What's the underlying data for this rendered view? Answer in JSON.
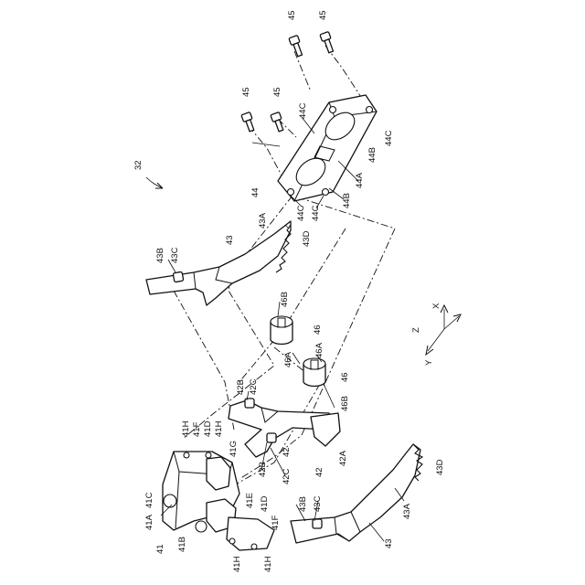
{
  "figure": {
    "assembly_label": "32",
    "labels": {
      "l41": "41",
      "l41A": "41A",
      "l41B": "41B",
      "l41C": "41C",
      "l41D_top": "41D",
      "l41D_bot": "41D",
      "l41E": "41E",
      "l41F_top": "41F",
      "l41F_bot": "41F",
      "l41G": "41G",
      "l41H_t1": "41H",
      "l41H_t2": "41H",
      "l41H_b1": "41H",
      "l41H_b2": "41H",
      "l42_top": "42",
      "l42_bot": "42",
      "l42A": "42A",
      "l42B_top": "42B",
      "l42B_bot": "42B",
      "l42C_top": "42C",
      "l42C_bot": "42C",
      "l43_top": "43",
      "l43_bot": "43",
      "l43A_top": "43A",
      "l43A_bot": "43A",
      "l43B_top": "43B",
      "l43B_bot": "43B",
      "l43C_top": "43C",
      "l43C_bot": "43C",
      "l43D_top": "43D",
      "l43D_bot": "43D",
      "l44": "44",
      "l44A": "44A",
      "l44B_1": "44B",
      "l44B_2": "44B",
      "l44C_1": "44C",
      "l44C_2": "44C",
      "l44C_3": "44C",
      "l44C_4": "44C",
      "l45_1": "45",
      "l45_2": "45",
      "l45_3": "45",
      "l45_4": "45",
      "l46_1": "46",
      "l46_2": "46",
      "l46A_1": "46A",
      "l46A_2": "46A",
      "l46B_1": "46B",
      "l46B_2": "46B"
    },
    "axes": {
      "x": "X",
      "y": "Y",
      "z": "Z"
    }
  }
}
